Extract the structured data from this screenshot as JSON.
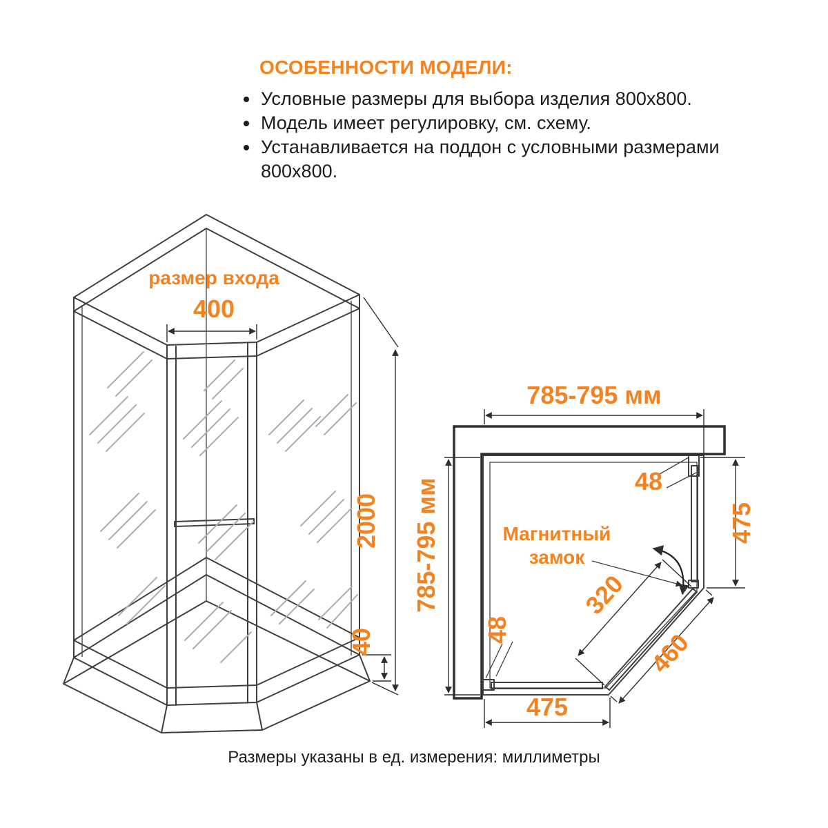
{
  "colors": {
    "accent": "#F5821F",
    "line": "#3F3F3F",
    "hatch": "#A7ADB4",
    "ink": "#1C1C1C"
  },
  "features": {
    "title": "ОСОБЕННОСТИ МОДЕЛИ:",
    "bullets": [
      "Условные размеры для выбора изделия 800x800.",
      "Модель имеет регулировку, см. схему.",
      "Устанавливается на поддон с условными размерами 800x800."
    ]
  },
  "iso_view": {
    "entrance_label": "размер входа",
    "entrance_width": "400",
    "height": "2000",
    "tray_height": "40"
  },
  "plan_view": {
    "width_top": "785-795 мм",
    "depth_left": "785-795 мм",
    "profile_top_right": "48",
    "right_panel": "475",
    "door_width": "320",
    "diagonal_length": "460",
    "profile_bottom_left": "48",
    "bottom_panel": "475",
    "magnet_line1": "Магнитный",
    "magnet_line2": "замок"
  },
  "footer": {
    "note": "Размеры указаны в ед. измерения: миллиметры"
  }
}
